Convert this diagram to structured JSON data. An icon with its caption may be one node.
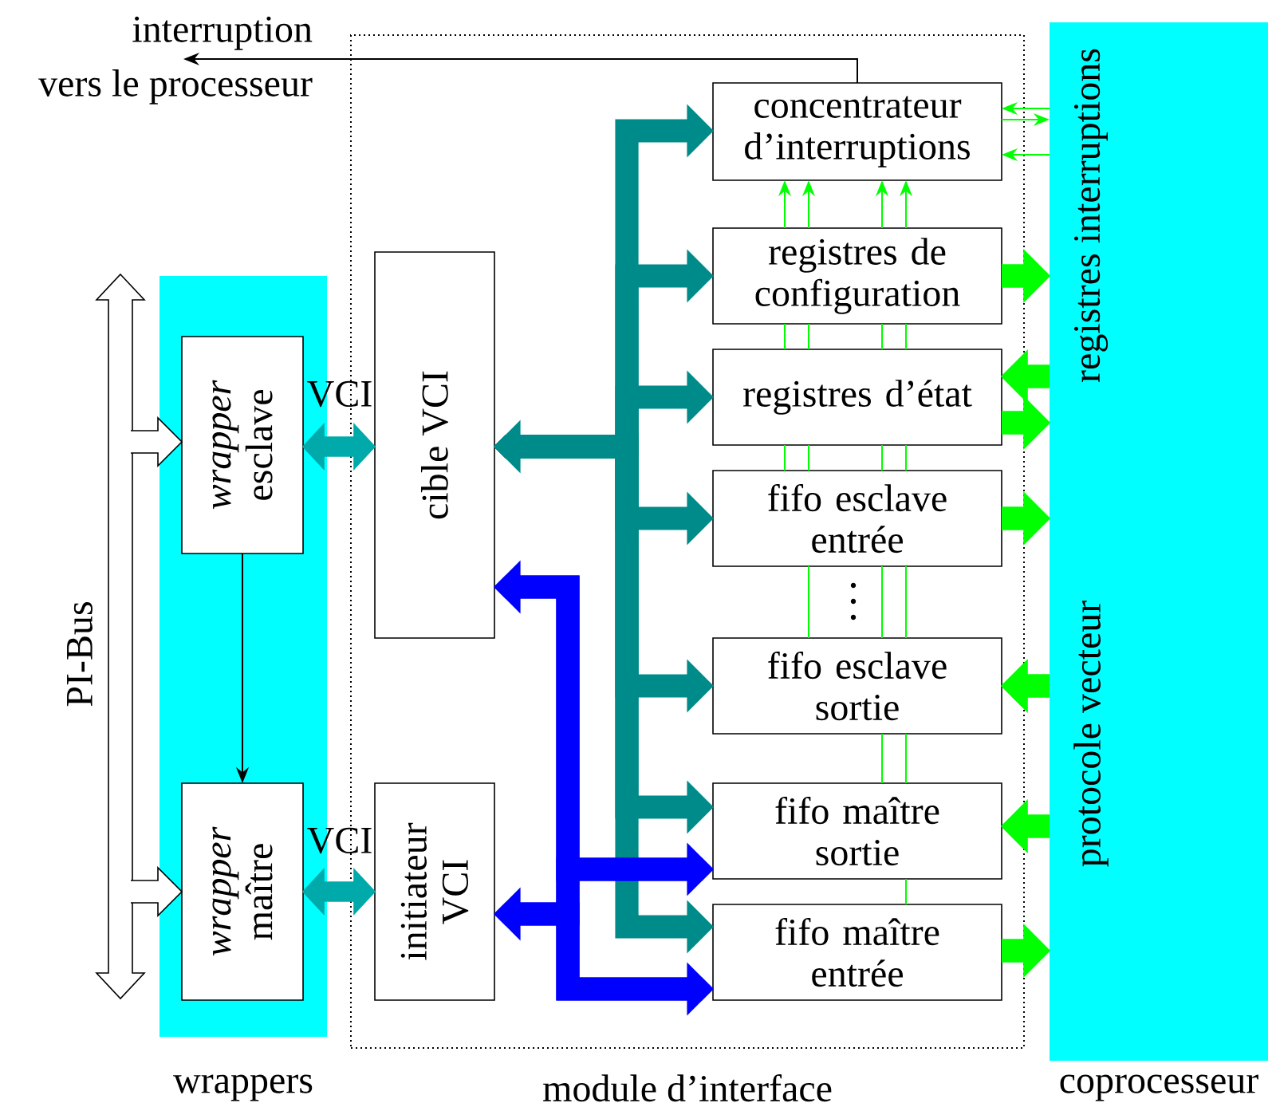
{
  "diagram": {
    "nodes": [
      {
        "text": [
          "wrappers"
        ]
      },
      {
        "text": [
          "module d’interface"
        ]
      },
      {
        "text": [
          "coprocesseur",
          "registres  interruptions",
          "protocole vecteur"
        ]
      },
      {
        "text": [],
        "shape": "bar",
        "beside": [
          "PI-Bus"
        ]
      },
      {
        "text": [
          "*wrapper* esclave"
        ],
        "in": 0
      },
      {
        "text": [
          "*wrapper* maître"
        ],
        "in": 0
      },
      {
        "text": [
          "cible VCI"
        ],
        "in": 1
      },
      {
        "text": [
          "initiateur VCI"
        ],
        "in": 1
      },
      {
        "text": [
          "concentrateur d’interruptions"
        ],
        "in": 1
      },
      {
        "text": [
          "registres de configuration"
        ],
        "in": 1
      },
      {
        "text": [
          "registres d’état"
        ],
        "in": 1
      },
      {
        "text": [
          "fifo esclave entrée"
        ],
        "in": 1
      },
      {
        "text": [
          "fifo esclave sortie"
        ],
        "in": 1
      },
      {
        "text": [
          "fifo maître sortie"
        ],
        "in": 1
      },
      {
        "text": [
          "fifo maître entrée"
        ],
        "in": 1
      },
      {
        "text": [
          "interruption",
          "vers le processeur"
        ]
      }
    ],
    "edges": [
      {
        "from": 8,
        "to": 15,
        "arrow": "to",
        "color": "#000000"
      },
      {
        "from": 3,
        "to": 4,
        "arrow": "to",
        "style": "thick",
        "color": "#ffffff"
      },
      {
        "from": 3,
        "to": 5,
        "arrow": "to",
        "style": "thick",
        "color": "#ffffff"
      },
      {
        "from": 4,
        "to": 5,
        "arrow": "to",
        "color": "#000000"
      },
      {
        "from": 4,
        "to": 6,
        "arrow": "both",
        "label": "VCI",
        "style": "thick",
        "color": "#00aaaa"
      },
      {
        "from": 5,
        "to": 7,
        "arrow": "both",
        "label": "VCI",
        "style": "thick",
        "color": "#00aaaa"
      },
      {
        "from": 6,
        "to": 8,
        "arrow": "both",
        "style": "thick",
        "color": "#008b8b"
      },
      {
        "from": 6,
        "to": 9,
        "arrow": "to",
        "style": "thick",
        "color": "#008b8b"
      },
      {
        "from": 6,
        "to": 10,
        "arrow": "to",
        "style": "thick",
        "color": "#008b8b"
      },
      {
        "from": 6,
        "to": 11,
        "arrow": "to",
        "style": "thick",
        "color": "#008b8b"
      },
      {
        "from": 6,
        "to": 12,
        "arrow": "to",
        "style": "thick",
        "color": "#008b8b"
      },
      {
        "from": 6,
        "to": 13,
        "arrow": "to",
        "style": "thick",
        "color": "#008b8b"
      },
      {
        "from": 6,
        "to": 14,
        "arrow": "to",
        "style": "thick",
        "color": "#008b8b"
      },
      {
        "from": 6,
        "to": 13,
        "arrow": "both",
        "style": "thick",
        "color": "#0000ff"
      },
      {
        "from": 6,
        "to": 14,
        "arrow": "to",
        "style": "thick",
        "color": "#0000ff"
      },
      {
        "from": 13,
        "to": 7,
        "arrow": "to",
        "style": "thick",
        "color": "#0000ff"
      },
      {
        "from": 7,
        "to": 14,
        "arrow": "none",
        "style": "thick",
        "color": "#0000ff"
      },
      {
        "from": 9,
        "to": 2,
        "arrow": "to",
        "style": "thick",
        "color": "#00ff00"
      },
      {
        "from": 2,
        "to": 10,
        "arrow": "to",
        "style": "thick",
        "color": "#00ff00"
      },
      {
        "from": 10,
        "to": 2,
        "arrow": "to",
        "style": "thick",
        "color": "#00ff00"
      },
      {
        "from": 11,
        "to": 2,
        "arrow": "to",
        "style": "thick",
        "color": "#00ff00"
      },
      {
        "from": 2,
        "to": 12,
        "arrow": "to",
        "style": "thick",
        "color": "#00ff00"
      },
      {
        "from": 2,
        "to": 13,
        "arrow": "to",
        "style": "thick",
        "color": "#00ff00"
      },
      {
        "from": 14,
        "to": 2,
        "arrow": "to",
        "style": "thick",
        "color": "#00ff00"
      },
      {
        "from": 2,
        "to": 8,
        "arrow": "to",
        "color": "#00ff00"
      },
      {
        "from": 8,
        "to": 2,
        "arrow": "to",
        "color": "#00ff00"
      },
      {
        "from": 2,
        "to": 8,
        "arrow": "to",
        "color": "#00ff00"
      },
      {
        "from": 9,
        "to": 8,
        "arrow": "to",
        "color": "#00ff00"
      },
      {
        "from": 9,
        "to": 8,
        "arrow": "to",
        "color": "#00ff00"
      },
      {
        "from": 9,
        "to": 8,
        "arrow": "to",
        "color": "#00ff00"
      },
      {
        "from": 9,
        "to": 8,
        "arrow": "to",
        "color": "#00ff00"
      },
      {
        "from": 10,
        "to": 9,
        "arrow": "none",
        "color": "#00ff00"
      },
      {
        "from": 10,
        "to": 9,
        "arrow": "none",
        "color": "#00ff00"
      },
      {
        "from": 10,
        "to": 9,
        "arrow": "none",
        "color": "#00ff00"
      },
      {
        "from": 10,
        "to": 9,
        "arrow": "none",
        "color": "#00ff00"
      },
      {
        "from": 11,
        "to": 10,
        "arrow": "none",
        "color": "#00ff00"
      },
      {
        "from": 11,
        "to": 10,
        "arrow": "none",
        "color": "#00ff00"
      },
      {
        "from": 11,
        "to": 10,
        "arrow": "none",
        "color": "#00ff00"
      },
      {
        "from": 11,
        "to": 10,
        "arrow": "none",
        "color": "#00ff00"
      },
      {
        "from": 12,
        "to": 11,
        "arrow": "none",
        "color": "#00ff00"
      },
      {
        "from": 12,
        "to": 11,
        "arrow": "none",
        "color": "#00ff00"
      },
      {
        "from": 12,
        "to": 11,
        "arrow": "none",
        "color": "#00ff00"
      },
      {
        "from": 13,
        "to": 12,
        "arrow": "none",
        "color": "#00ff00"
      },
      {
        "from": 13,
        "to": 12,
        "arrow": "none",
        "color": "#00ff00"
      },
      {
        "from": 14,
        "to": 13,
        "arrow": "none",
        "color": "#00ff00"
      }
    ]
  }
}
